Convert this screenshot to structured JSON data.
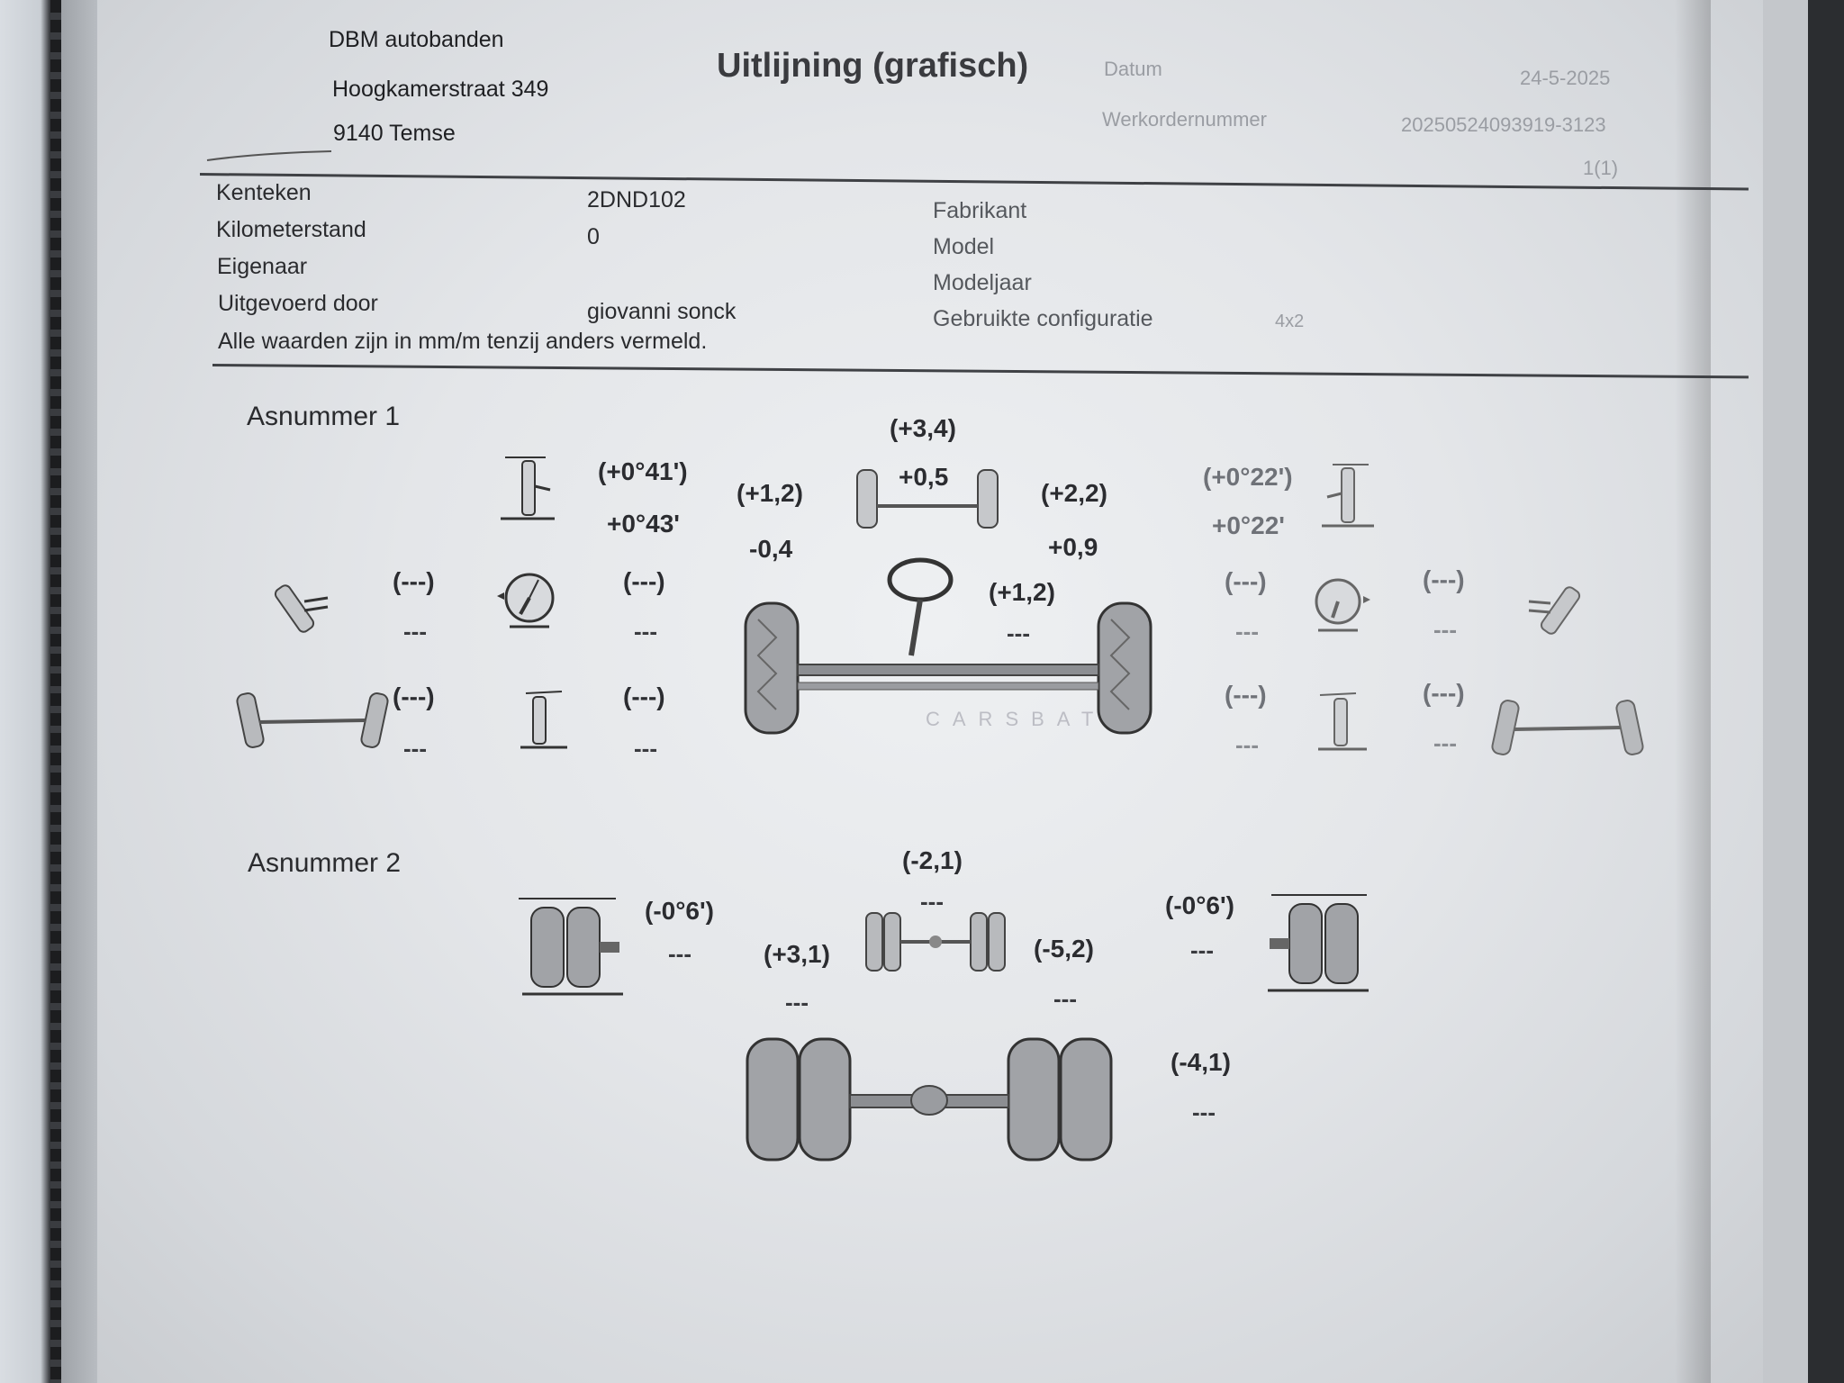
{
  "header": {
    "company_line1": "DBM autobanden",
    "company_line2": "Hoogkamerstraat 349",
    "company_line3": "9140 Temse",
    "title": "Uitlijning (grafisch)",
    "date_label": "Datum",
    "date_value": "24-5-2025",
    "workorder_label": "Werkordernummer",
    "workorder_value": "20250524093919-3123",
    "page_count": "1(1)"
  },
  "vehicle": {
    "kenteken_label": "Kenteken",
    "kenteken_value": "2DND102",
    "km_label": "Kilometerstand",
    "km_value": "0",
    "eigenaar_label": "Eigenaar",
    "uitgevoerd_label": "Uitgevoerd door",
    "uitgevoerd_value": "giovanni sonck",
    "note": "Alle waarden zijn in mm/m tenzij anders vermeld.",
    "fabrikant_label": "Fabrikant",
    "model_label": "Model",
    "modeljaar_label": "Modeljaar",
    "config_label": "Gebruikte configuratie",
    "config_value": "4x2"
  },
  "axle1": {
    "label": "Asnummer 1",
    "left_camber_spec": "(+0°41')",
    "left_camber_value": "+0°43'",
    "total_toe_spec": "(+3,4)",
    "total_toe_value": "+0,5",
    "left_toe_spec": "(+1,2)",
    "left_toe_value": "-0,4",
    "right_toe_spec": "(+2,2)",
    "right_toe_value": "+0,9",
    "steering_spec": "(+1,2)",
    "steering_value": "---",
    "right_camber_spec": "(+0°22')",
    "right_camber_value": "+0°22'",
    "left_sai_spec": "(---)",
    "left_sai_value": "---",
    "left_caster_spec": "(---)",
    "left_caster_value": "---",
    "left_setback_spec": "(---)",
    "left_setback_value": "---",
    "left_incl_spec": "(---)",
    "left_incl_value": "---",
    "right_caster_spec": "(---)",
    "right_caster_value": "---",
    "right_sai_spec": "(---)",
    "right_sai_value": "---",
    "right_setback_spec": "(---)",
    "right_setback_value": "---",
    "right_incl_spec": "(---)",
    "right_incl_value": "---"
  },
  "axle2": {
    "label": "Asnummer 2",
    "left_camber_spec": "(-0°6')",
    "left_camber_value": "---",
    "total_toe_spec": "(-2,1)",
    "total_toe_value": "---",
    "left_toe_spec": "(+3,1)",
    "left_toe_value": "---",
    "right_toe_spec": "(-5,2)",
    "right_toe_value": "---",
    "right_camber_spec": "(-0°6')",
    "right_camber_value": "---",
    "thrust_spec": "(-4,1)",
    "thrust_value": "---"
  },
  "watermark": "CARSBAT",
  "colors": {
    "paper": "#e6e8eb",
    "ink": "#1e1f22",
    "wheel": "#9b9da1"
  }
}
